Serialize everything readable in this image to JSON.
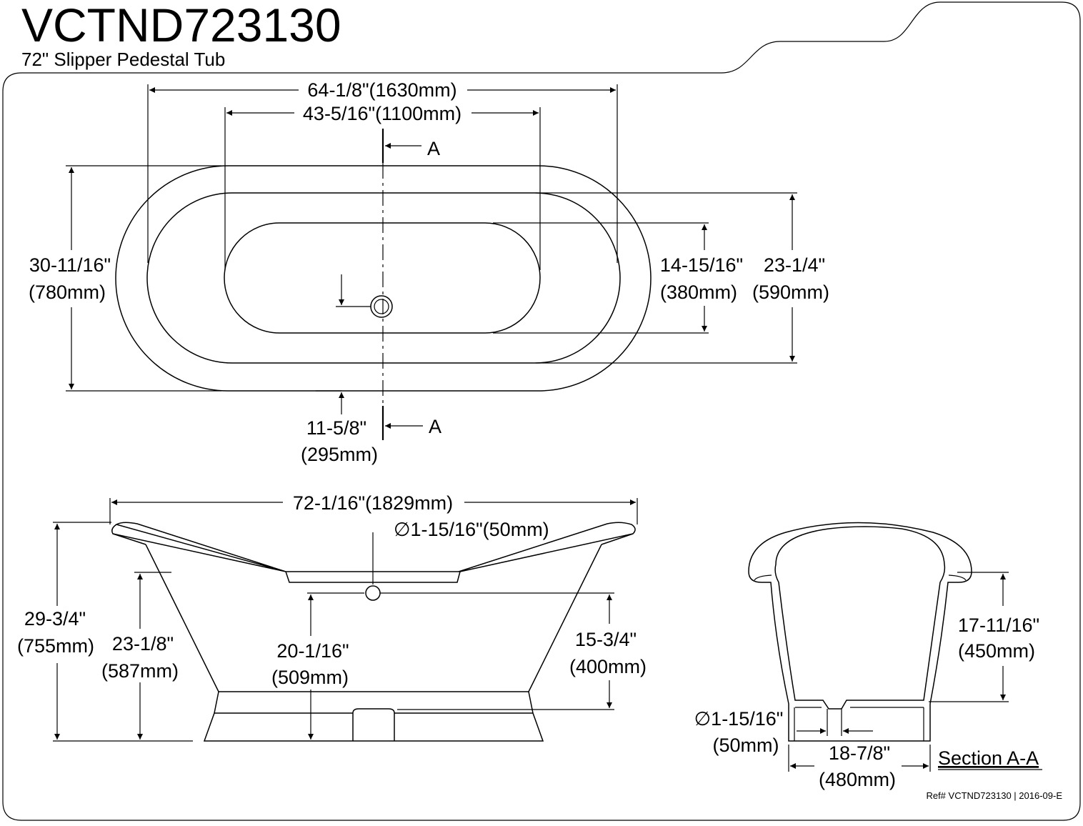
{
  "header": {
    "model": "VCTND723130",
    "subtitle": "72\" Slipper Pedestal Tub"
  },
  "top_view": {
    "overall_length": "64-1/8\"(1630mm)",
    "inner_length": "43-5/16\"(1100mm)",
    "section_marker_top": "A",
    "section_marker_bottom": "A",
    "overall_width_in": "30-11/16\"",
    "overall_width_mm": "(780mm)",
    "basin_width_in": "14-15/16\"",
    "basin_width_mm": "(380mm)",
    "rim_width_in": "23-1/4\"",
    "rim_width_mm": "(590mm)",
    "drain_offset_in": "11-5/8\"",
    "drain_offset_mm": "(295mm)"
  },
  "side_view": {
    "overall_length": "72-1/16\"(1829mm)",
    "drain_diameter": "∅1-15/16\"(50mm)",
    "overall_height_in": "29-3/4\"",
    "overall_height_mm": "(755mm)",
    "center_height_in": "23-1/8\"",
    "center_height_mm": "(587mm)",
    "drain_height_in": "20-1/16\"",
    "drain_height_mm": "(509mm)",
    "interior_depth_in": "15-3/4\"",
    "interior_depth_mm": "(400mm)"
  },
  "section_view": {
    "depth_in": "17-11/16\"",
    "depth_mm": "(450mm)",
    "drain_diameter_in": "∅1-15/16\"",
    "drain_diameter_mm": "(50mm)",
    "base_width_in": "18-7/8\"",
    "base_width_mm": "(480mm)",
    "label": "Section A-A"
  },
  "footer": {
    "reference": "Ref# VCTND723130 | 2016-09-E"
  }
}
